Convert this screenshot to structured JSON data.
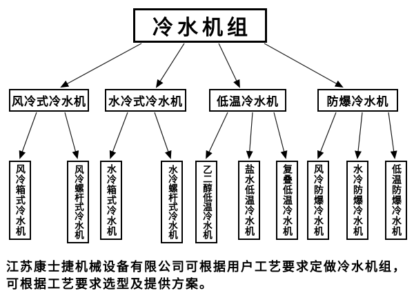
{
  "colors": {
    "background": "#ffffff",
    "line": "#1a1a1a",
    "text": "#000000"
  },
  "tree": {
    "root": "冷水机组",
    "branches": [
      {
        "label": "风冷式冷水机",
        "children": [
          "风冷箱式冷水机",
          "风冷螺杆式冷水机"
        ]
      },
      {
        "label": "水冷式冷水机",
        "children": [
          "水冷箱式冷水机",
          "水冷螺杆式冷水机"
        ]
      },
      {
        "label": "低温冷水机",
        "children": [
          "乙二醇低温冷水机",
          "盐水低温冷水机",
          "复叠低温冷水机"
        ]
      },
      {
        "label": "防爆冷水机",
        "children": [
          "风冷防爆冷水机",
          "水冷防爆冷水机",
          "低温防爆冷水机"
        ]
      }
    ]
  },
  "footer": {
    "line1": "江苏康士捷机械设备有限公司可根据用户工艺要求定做冷水机组，",
    "line2": "可根据工艺要求选型及提供方案。"
  }
}
